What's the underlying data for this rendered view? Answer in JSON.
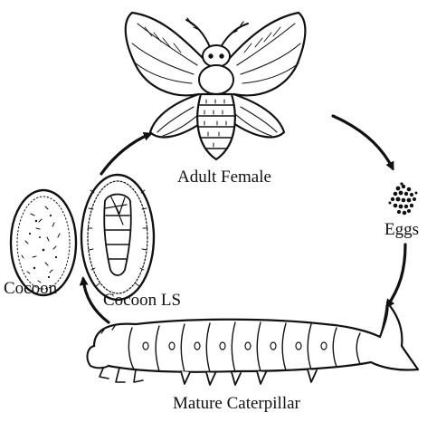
{
  "stages": {
    "adult": "Adult Female",
    "eggs": "Eggs",
    "caterpillar": "Mature Caterpillar",
    "cocoon_ls": "Cocoon LS",
    "cocoon": "Cocoon"
  },
  "colors": {
    "ink": "#111111",
    "background": "#ffffff"
  }
}
